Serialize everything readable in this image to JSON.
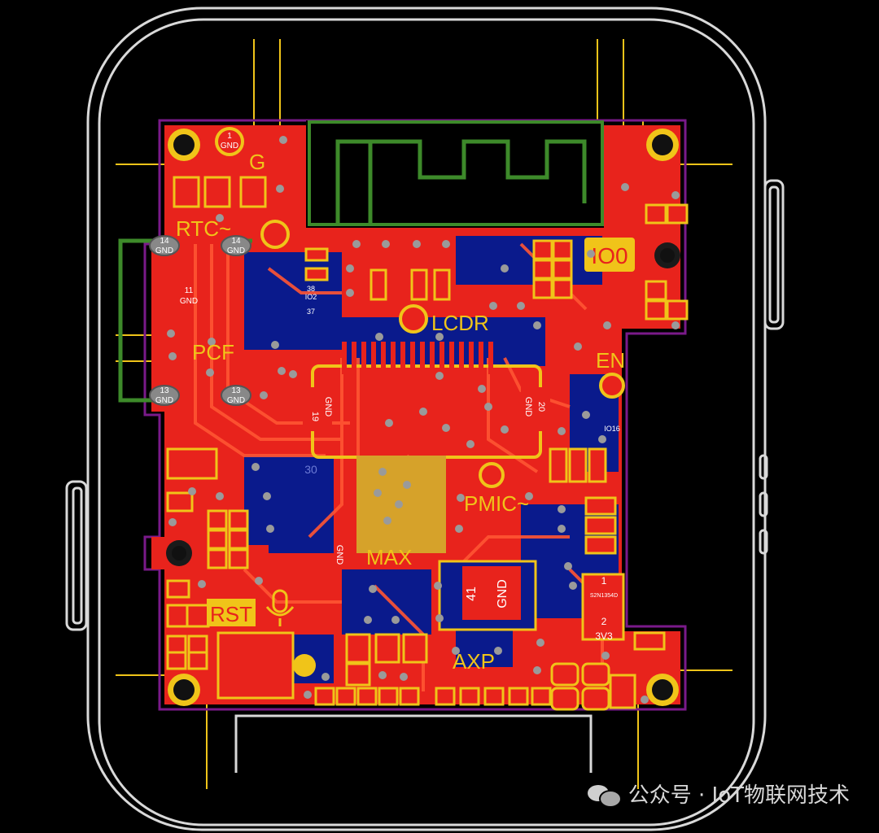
{
  "board": {
    "labels": {
      "g": "G",
      "rtc": "RTC~",
      "pcf": "PCF",
      "lcdr": "LCDR",
      "en": "EN",
      "io0": "IO0",
      "pmic": "PMIC~",
      "max": "MAX",
      "rst": "RST",
      "axp": "AXP"
    },
    "pads": {
      "gnd1": {
        "num": "1",
        "net": "GND"
      },
      "gnd14a": {
        "num": "14",
        "net": "GND"
      },
      "gnd14b": {
        "num": "14",
        "net": "GND"
      },
      "gnd11": {
        "num": "11",
        "net": "GND"
      },
      "gnd13a": {
        "num": "13",
        "net": "GND"
      },
      "gnd13b": {
        "num": "13",
        "net": "GND"
      },
      "gnd19": {
        "num": "19",
        "net": "GND"
      },
      "gnd20": {
        "num": "20",
        "net": "GND"
      },
      "gnd41": {
        "num": "41",
        "net": "GND"
      },
      "reg1": {
        "num": "1",
        "net": "S2N1354D"
      },
      "reg2": {
        "num": "2",
        "net": "3V3"
      }
    },
    "silk": {
      "io2": "IO2",
      "pin38": "38",
      "pin37": "37",
      "io16": "IO16",
      "gnd": "GND",
      "r30": "30"
    },
    "colors": {
      "copper_top": "#e8231c",
      "copper_bottom": "#0a1a8c",
      "pad": "#f0c419",
      "silkscreen": "#f0c419",
      "outline": "#d9d9d9",
      "antenna": "#3d8a2a",
      "board_edge": "#7a1a8a"
    }
  },
  "watermark": {
    "text": "公众号 · IoT物联网技术",
    "icon": "wechat-icon"
  }
}
